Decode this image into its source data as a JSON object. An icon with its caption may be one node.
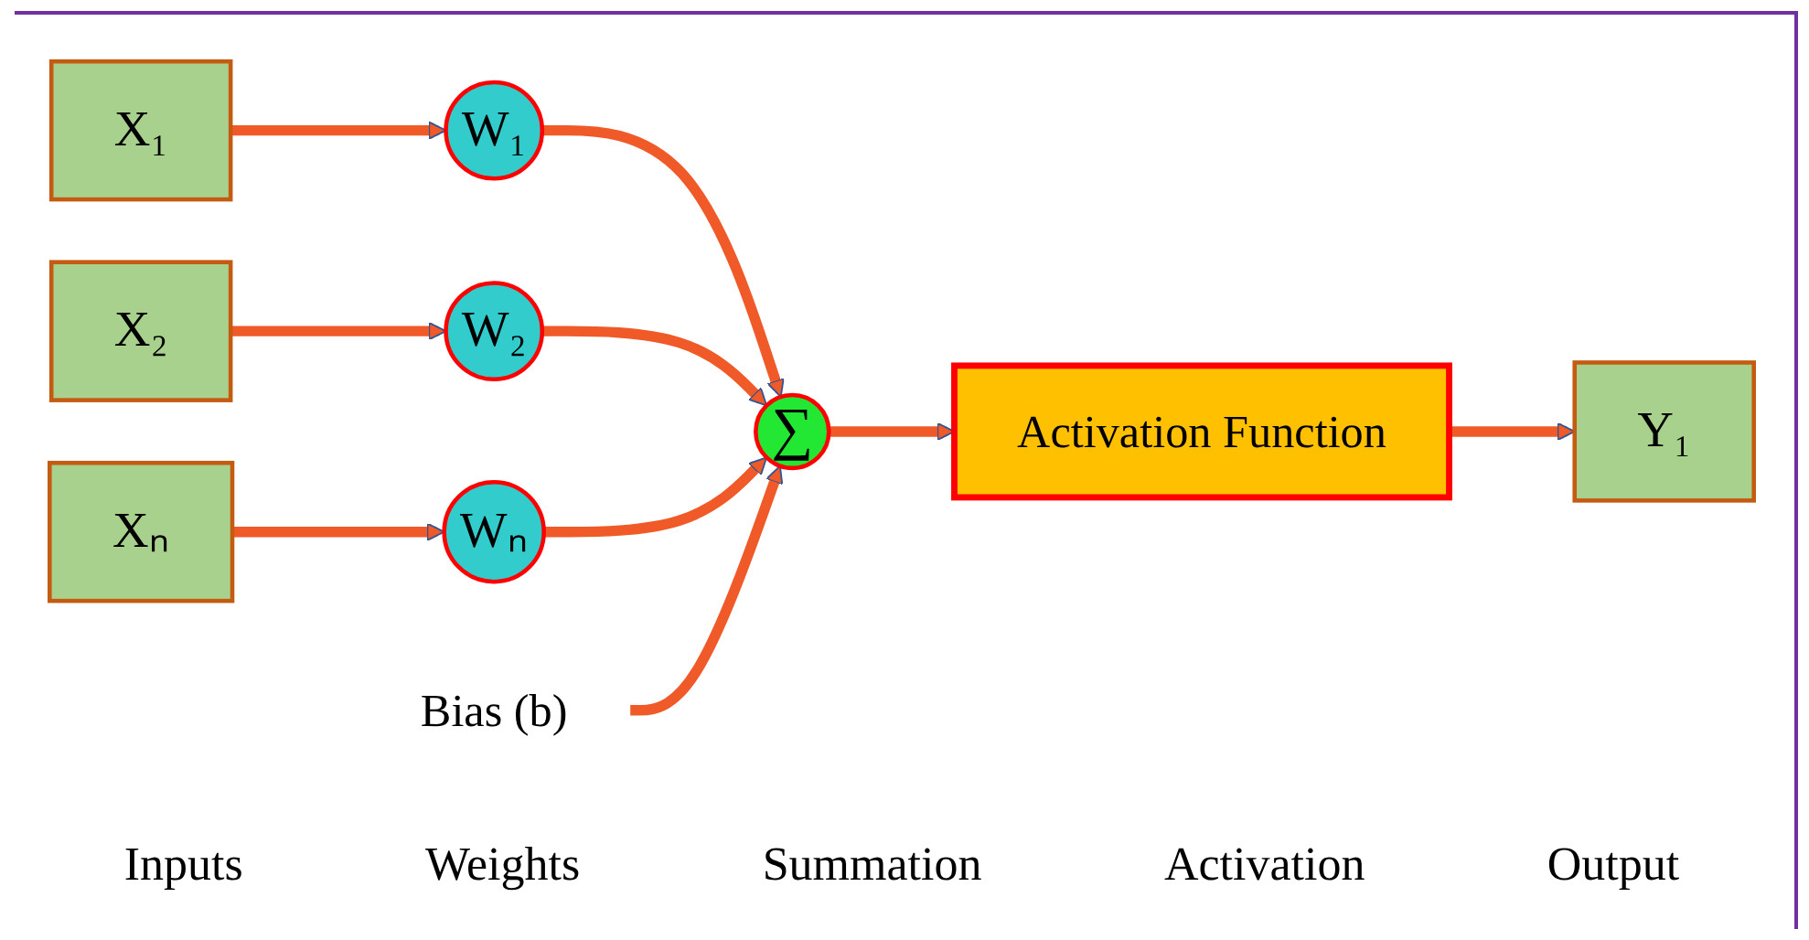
{
  "diagram": {
    "nodes": [
      {
        "text": [
          "X₁"
        ]
      },
      {
        "text": [
          "W₁"
        ]
      },
      {
        "text": [
          "X₂"
        ]
      },
      {
        "text": [
          "W₂"
        ]
      },
      {
        "text": [
          "Xₙ"
        ]
      },
      {
        "text": [
          "Wₙ"
        ]
      },
      {
        "text": [
          "∑"
        ]
      },
      {
        "text": [
          "Bias (b)"
        ]
      },
      {
        "text": [
          "Activation Function"
        ]
      },
      {
        "text": [
          "Y₁"
        ]
      }
    ],
    "edges": [
      {
        "from": 0,
        "to": 1,
        "arrow": "to"
      },
      {
        "from": 2,
        "to": 3,
        "arrow": "to"
      },
      {
        "from": 4,
        "to": 5,
        "arrow": "to"
      },
      {
        "from": 1,
        "to": 6,
        "arrow": "to"
      },
      {
        "from": 3,
        "to": 6,
        "arrow": "to"
      },
      {
        "from": 5,
        "to": 6,
        "arrow": "to"
      },
      {
        "from": 7,
        "to": 6,
        "arrow": "to"
      },
      {
        "from": 6,
        "to": 8,
        "arrow": "to"
      },
      {
        "from": 8,
        "to": 9,
        "arrow": "to"
      }
    ],
    "labels": [
      "Inputs",
      "Weights",
      "Summation",
      "Activation",
      "Output"
    ]
  }
}
